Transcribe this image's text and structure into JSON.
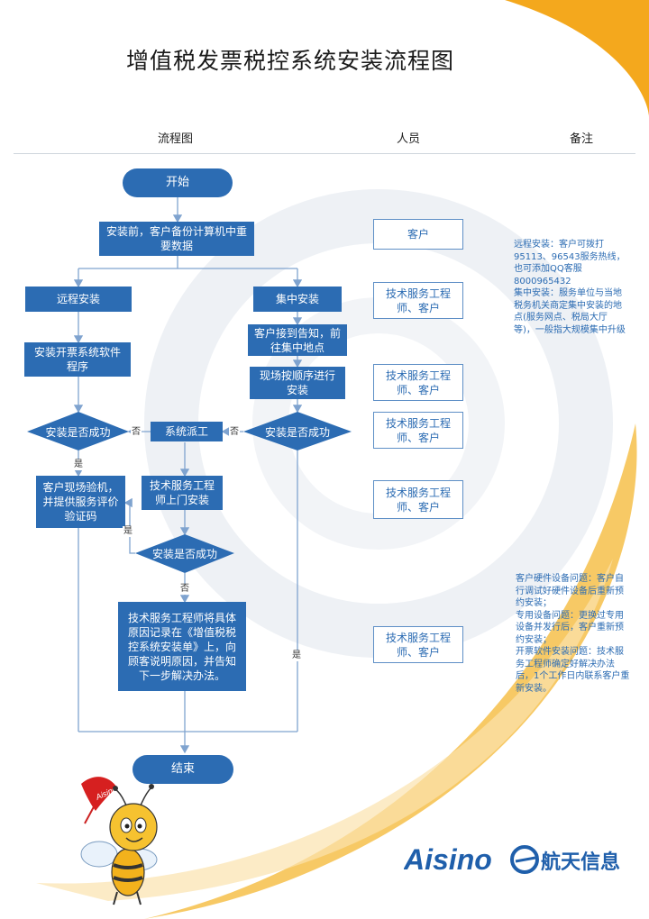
{
  "title": "增值税发票税控系统安装流程图",
  "headers": {
    "flow": "流程图",
    "person": "人员",
    "remark": "备注"
  },
  "nodes": {
    "start": "开始",
    "backup": "安装前，客户备份计算机中重要数据",
    "remote": "远程安装",
    "central": "集中安装",
    "install_software": "安装开票系统软件程序",
    "notified": "客户接到告知，前往集中地点",
    "queue": "现场按顺序进行安装",
    "success_left": "安装是否成功",
    "dispatch": "系统派工",
    "success_right": "安装是否成功",
    "verify": "客户现场验机，并提供服务评价验证码",
    "engineer_visit": "技术服务工程师上门安装",
    "success_mid": "安装是否成功",
    "record": "技术服务工程师将具体原因记录在《增值税税控系统安装单》上，向顾客说明原因，并告知下一步解决办法。",
    "end": "结束"
  },
  "edge_labels": {
    "no": "否",
    "yes": "是"
  },
  "people": {
    "customer": "客户",
    "engineer_customer": "技术服务工程师、客户"
  },
  "notes": {
    "install_note": "远程安装：客户可拨打95113、96543服务热线，也可添加QQ客服8000965432\n集中安装：服务单位与当地税务机关商定集中安装的地点(服务网点、税局大厅等)，一般指大规模集中升级",
    "problem_note": "客户硬件设备问题：客户自行调试好硬件设备后重新预约安装；\n专用设备问题：更换过专用设备并发行后，客户重新预约安装；\n开票软件安装问题：技术服务工程师确定好解决办法后，1个工作日内联系客户重新安装。"
  },
  "brand": {
    "name": "Aisino",
    "cn_name": "航天信息",
    "flag_text": "Aisino"
  },
  "colors": {
    "primary": "#2c6cb3",
    "accent": "#f3a31b",
    "line": "#7fa3cf"
  }
}
